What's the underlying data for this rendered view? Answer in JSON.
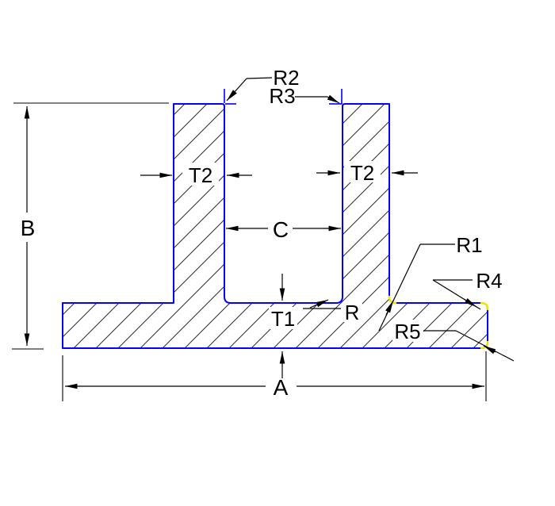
{
  "drawing": {
    "kind": "cad-cross-section",
    "description": "Cross-section drawing of a double-rib channel extrusion profile with hatched material and dimension callouts",
    "labels": {
      "A": "A",
      "B": "B",
      "C": "C",
      "T1": "T1",
      "T2_left": "T2",
      "T2_right": "T2",
      "R": "R",
      "R1": "R1",
      "R2": "R2",
      "R3": "R3",
      "R4": "R4",
      "R5": "R5"
    },
    "colors": {
      "profile_outline": "#0000ff",
      "fillet_highlight": "#ece400",
      "dimension_lines": "#000000",
      "hatch_lines": "#2b2b2b",
      "background": "#ffffff"
    }
  }
}
